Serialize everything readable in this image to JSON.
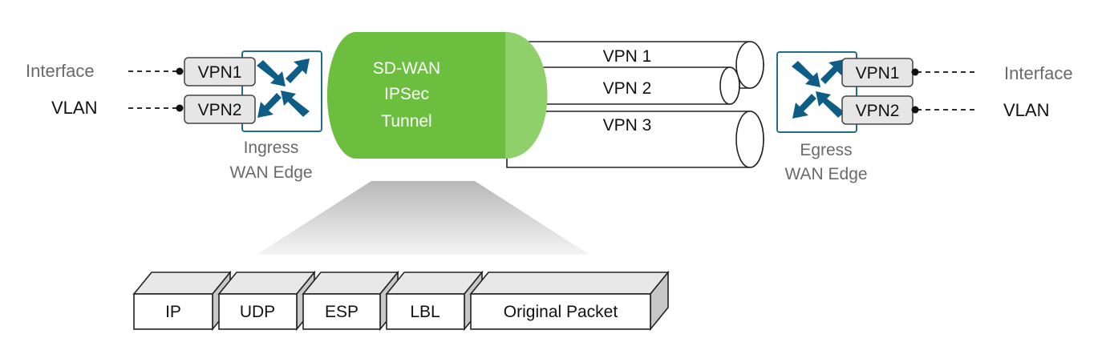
{
  "left_side": {
    "interface_label": "Interface",
    "vlan_label": "VLAN",
    "vpn_a": "VPN1",
    "vpn_b": "VPN2",
    "router_caption_line1": "Ingress",
    "router_caption_line2": "WAN Edge"
  },
  "right_side": {
    "interface_label": "Interface",
    "vlan_label": "VLAN",
    "vpn_a": "VPN1",
    "vpn_b": "VPN2",
    "router_caption_line1": "Egress",
    "router_caption_line2": "WAN Edge"
  },
  "tunnel": {
    "label_line1": "SD-WAN",
    "label_line2": "IPSec",
    "label_line3": "Tunnel",
    "pipes": [
      "VPN 1",
      "VPN 2",
      "VPN 3"
    ]
  },
  "packet_blocks": [
    "IP",
    "UDP",
    "ESP",
    "LBL",
    "Original Packet"
  ],
  "colors": {
    "tunnel_green": "#6cbf3e",
    "tunnel_green_light": "#8fd06a",
    "router_border": "#1f6f8b",
    "router_arrow": "#0d5d86",
    "vpn_box_fill": "#e6e6e6",
    "block_side": "#c8c8c8",
    "block_top": "#e8e8e8"
  }
}
